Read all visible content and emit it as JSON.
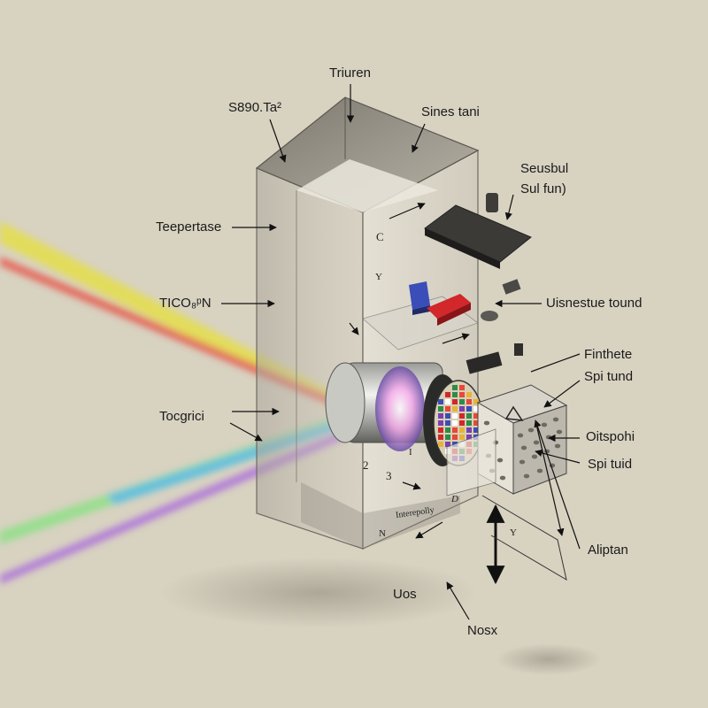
{
  "labels": {
    "top": "Triuren",
    "top_left": "S890.Ta²",
    "top_right": "Sines tani",
    "right_1a": "Seusbul",
    "right_1b": "Sul fun)",
    "left_1": "Teepertase",
    "left_2": "TICO₈ᵖN",
    "left_3": "Tocgrici",
    "right_2": "Uisnestue tound",
    "right_3a": "Finthete",
    "right_3b": "Spi tund",
    "right_4a": "Oitspohi",
    "right_4b": "Spi tuid",
    "right_5": "Aliptan",
    "bottom_1": "Uos",
    "bottom_2": "Nosx",
    "inner_c": "C",
    "inner_y1": "Y",
    "inner_2": "2",
    "inner_3": "3",
    "inner_prop": "Interepolly",
    "inner_n": "N",
    "inner_d": "D",
    "inner_y2": "Y",
    "inner_i": "I"
  },
  "colors": {
    "background": "#d8d2c1",
    "glass": "#bfbab0",
    "beam_red": "#e8473a",
    "beam_yellow": "#e6e03a",
    "beam_green": "#7fe37a",
    "beam_cyan": "#35b9e6",
    "beam_violet": "#a15ae0",
    "block_blue": "#3b4db8",
    "block_red": "#d2272b"
  }
}
